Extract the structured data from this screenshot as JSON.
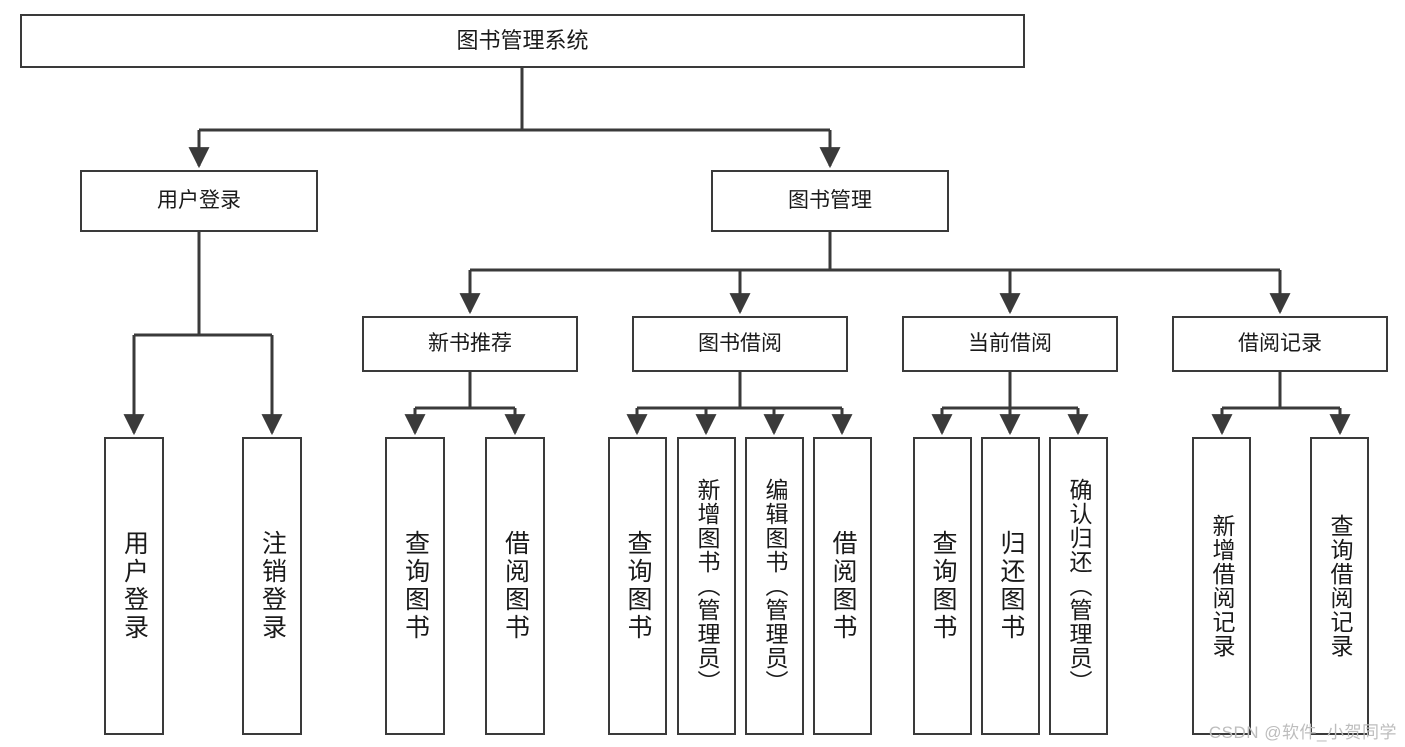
{
  "diagram": {
    "title": "图书管理系统",
    "type": "hierarchy-tree",
    "colors": {
      "box_border": "#3a3a3a",
      "box_fill": "#ffffff",
      "connector": "#3a3a3a",
      "text": "#1a1a1a",
      "watermark": "#bdbdbd",
      "background": "#ffffff"
    },
    "root": {
      "label": "图书管理系统"
    },
    "level2": [
      {
        "label": "用户登录"
      },
      {
        "label": "图书管理"
      }
    ],
    "level3": [
      {
        "label": "新书推荐"
      },
      {
        "label": "图书借阅"
      },
      {
        "label": "当前借阅"
      },
      {
        "label": "借阅记录"
      }
    ],
    "leaves": {
      "user_login": [
        {
          "label": "用户登录"
        },
        {
          "label": "注销登录"
        }
      ],
      "new_book": [
        {
          "label": "查询图书"
        },
        {
          "label": "借阅图书"
        }
      ],
      "book_borrow": [
        {
          "label": "查询图书"
        },
        {
          "label": "新增图书（管理员）"
        },
        {
          "label": "编辑图书（管理员）"
        },
        {
          "label": "借阅图书"
        }
      ],
      "current_borrow": [
        {
          "label": "查询图书"
        },
        {
          "label": "归还图书"
        },
        {
          "label": "确认归还（管理员）"
        }
      ],
      "borrow_record": [
        {
          "label": "新增借阅记录"
        },
        {
          "label": "查询借阅记录"
        }
      ]
    }
  },
  "watermark": {
    "text": "CSDN @软件_小贺同学"
  }
}
